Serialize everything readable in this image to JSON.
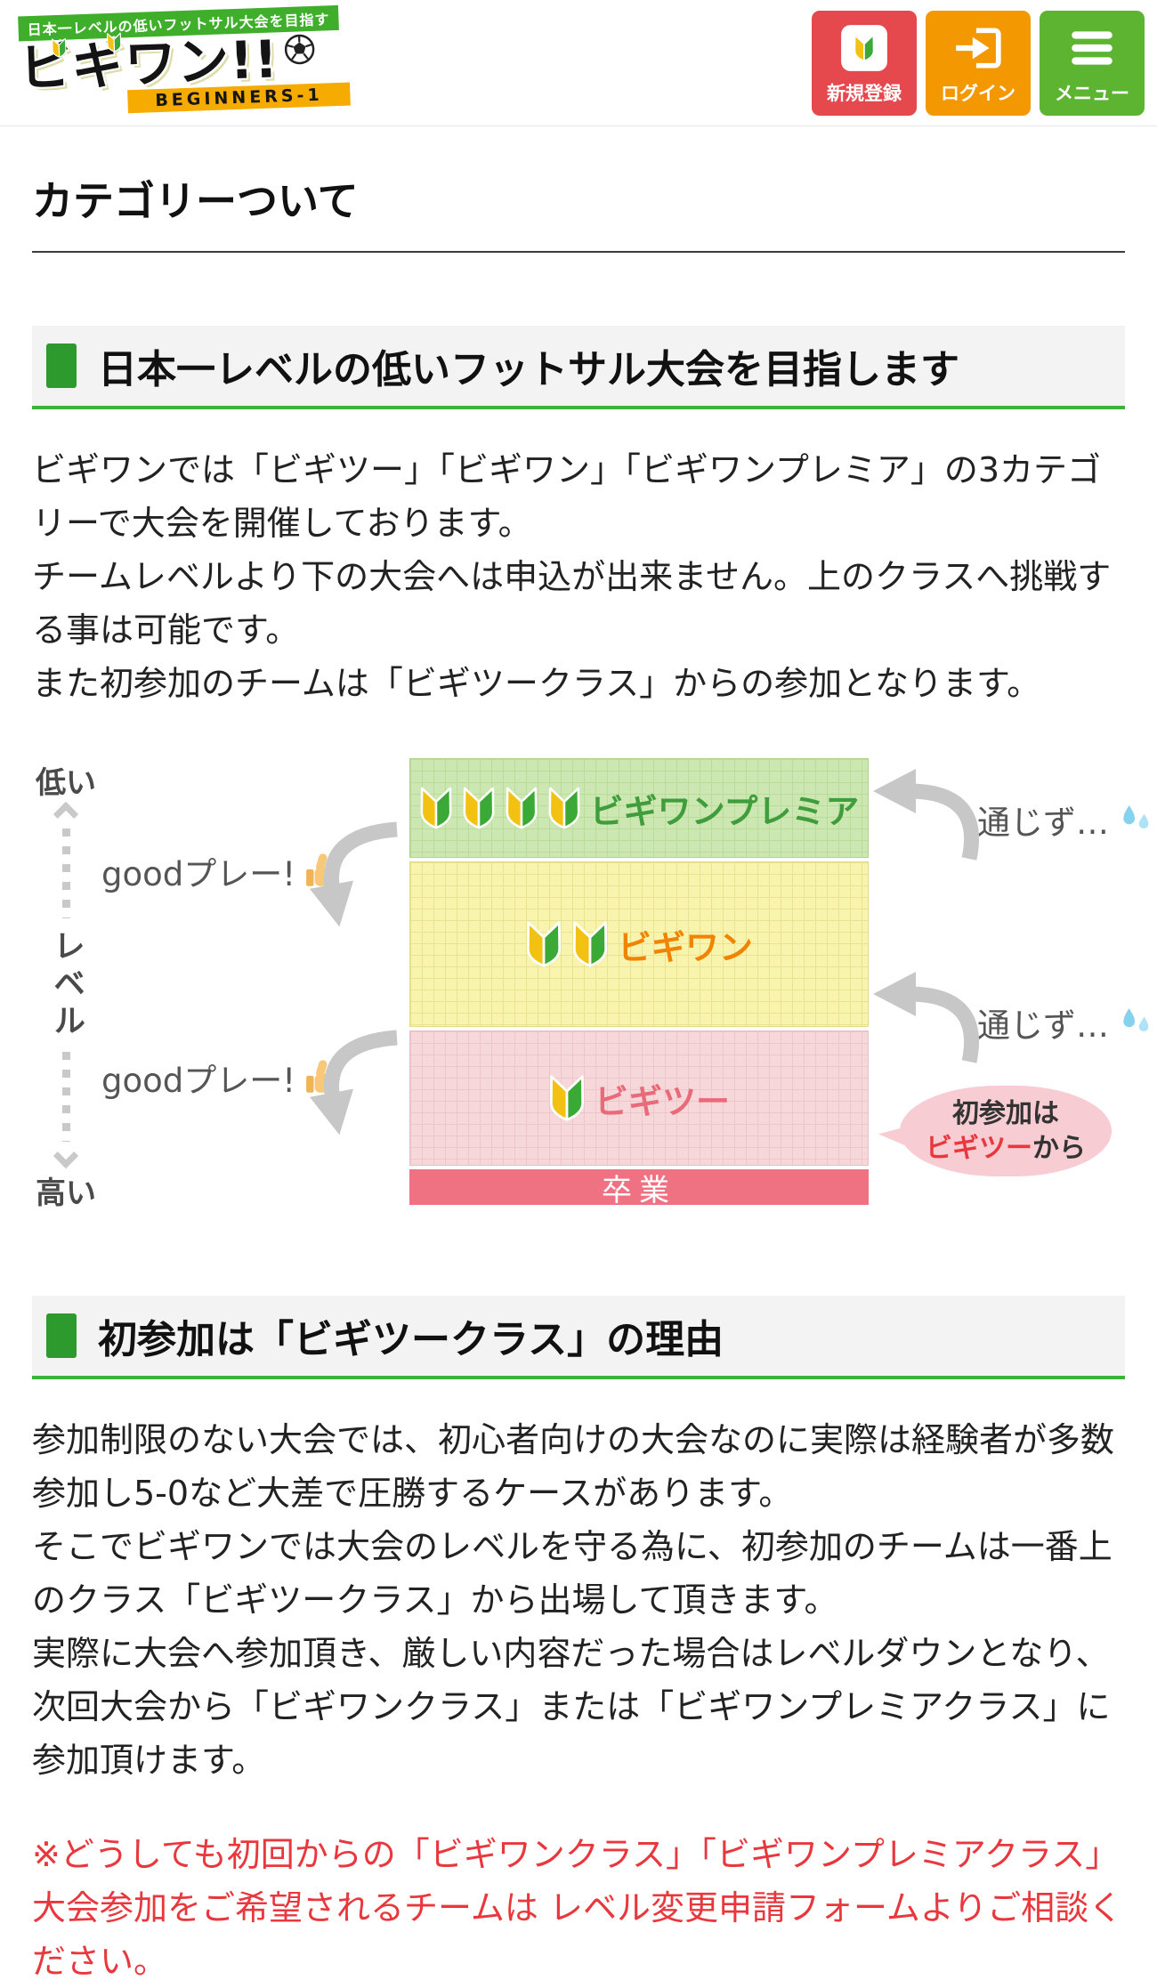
{
  "header": {
    "tagline": "日本一レベルの低いフットサル大会を目指す",
    "logo_title": "ビギワン!!",
    "logo_subtitle": "BEGINNERS-1",
    "nav": [
      {
        "label": "新規登録",
        "color": "#e5484d",
        "icon": "wakaba-badge-icon"
      },
      {
        "label": "ログイン",
        "color": "#f39800",
        "icon": "login-arrow-icon"
      },
      {
        "label": "メニュー",
        "color": "#5db431",
        "icon": "hamburger-icon"
      }
    ]
  },
  "page_title": "カテゴリーついて",
  "sections": [
    {
      "heading": "日本一レベルの低いフットサル大会を目指します",
      "paragraphs": [
        "ビギワンでは「ビギツー」「ビギワン」「ビギワンプレミア」の3カテゴリーで大会を開催しております。",
        "チームレベルより下の大会へは申込が出来ません。上のクラスへ挑戦する事は可能です。",
        "また初参加のチームは「ビギツークラス」からの参加となります。"
      ]
    },
    {
      "heading": "初参加は「ビギツークラス」の理由",
      "paragraphs": [
        "参加制限のない大会では、初心者向けの大会なのに実際は経験者が多数参加し5-0など大差で圧勝するケースがあります。",
        "そこでビギワンでは大会のレベルを守る為に、初参加のチームは一番上のクラス「ビギツークラス」から出場して頂きます。",
        "実際に大会へ参加頂き、厳しい内容だった場合はレベルダウンとなり、次回大会から「ビギワンクラス」または「ビギワンプレミアクラス」に参加頂けます。"
      ]
    }
  ],
  "diagram": {
    "axis": {
      "low": "低い",
      "mid": "レベル",
      "high": "高い"
    },
    "levels": [
      {
        "name": "ビギワンプレミア",
        "marks": 4,
        "bg": "#cde7b2",
        "name_color": "#3f9d3c"
      },
      {
        "name": "ビギワン",
        "marks": 2,
        "bg": "#f8f4ae",
        "name_color": "#f08300"
      },
      {
        "name": "ビギツー",
        "marks": 1,
        "bg": "#f6d8da",
        "name_color": "#e96a78"
      }
    ],
    "graduation_label": "卒業",
    "good_label": "goodプレー!",
    "fail_label": "通じず…",
    "bubble": {
      "line1": "初参加は",
      "highlight": "ビギツー",
      "suffix": "から"
    }
  },
  "note": {
    "before_link": "※どうしても初回からの「ビギワンクラス」「ビギワンプレミアクラス」大会参加をご希望されるチームは ",
    "link_text": "レベル変更申請フォーム",
    "after_link": "よりご相談ください。",
    "color": "#e8383d"
  }
}
